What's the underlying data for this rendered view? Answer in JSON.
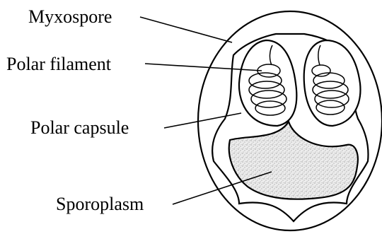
{
  "labels": {
    "myxospore": "Myxospore",
    "polar_filament": "Polar filament",
    "polar_capsule": "Polar capsule",
    "sporoplasm": "Sporoplasm"
  },
  "colors": {
    "outline": "#000000",
    "spore_fill": "#ffffff",
    "sporoplasm_fill": "#e9e9e9"
  }
}
